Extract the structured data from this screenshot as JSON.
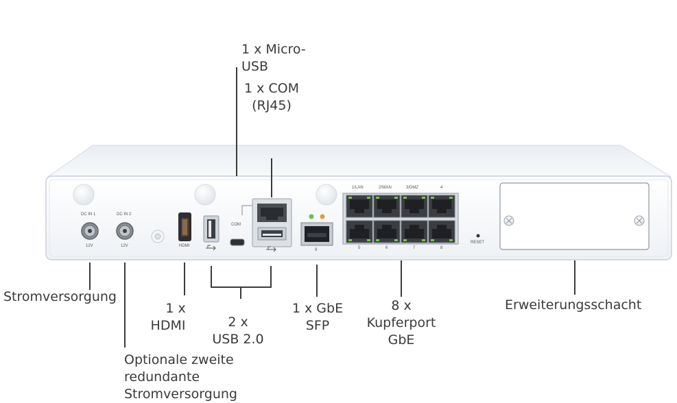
{
  "labels": {
    "micro_usb": [
      "1 x Micro-",
      "USB"
    ],
    "com": [
      "1 x COM",
      "(RJ45)"
    ],
    "power": "Stromversorgung",
    "redundant_power": [
      "Optionale zweite",
      "redundante",
      "Stromversorgung"
    ],
    "hdmi": [
      "1 x",
      "HDMI"
    ],
    "usb": [
      "2 x",
      "USB 2.0"
    ],
    "sfp": [
      "1 x GbE",
      "SFP"
    ],
    "copper": [
      "8 x",
      "Kupferport",
      "GbE"
    ],
    "expansion": "Erweiterungsschacht"
  },
  "device": {
    "dc_in_1": "DC IN 1",
    "dc_in_2": "DC IN 2",
    "volt_1": "12V",
    "volt_2": "12V",
    "hdmi": "HDMI",
    "com": "COM",
    "sfp_port": "9",
    "reset": "RESET",
    "top_ports": [
      "1/LAN",
      "2/WAN",
      "3/DMZ",
      "4"
    ],
    "bottom_ports": [
      "5",
      "6",
      "7",
      "8"
    ]
  }
}
